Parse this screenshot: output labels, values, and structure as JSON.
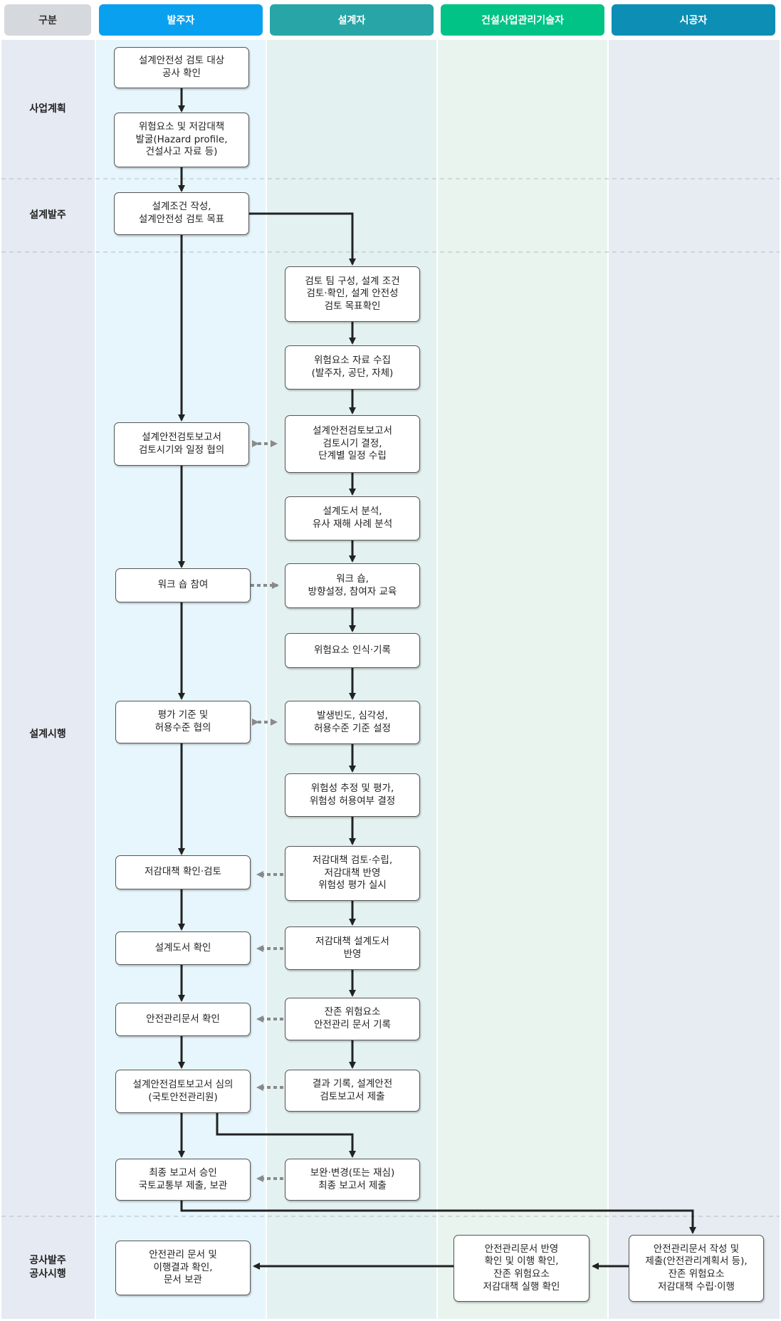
{
  "headers": {
    "gubun": "구분",
    "owner": "발주자",
    "designer": "설계자",
    "cm": "건설사업관리기술자",
    "contractor": "시공자"
  },
  "colors": {
    "gubun": "#d5d9dd",
    "owner": "#0aa0f0",
    "designer": "#28a5a7",
    "cm": "#00c385",
    "contractor": "#0d8fb5",
    "lane_gubun": "#e6eaf2",
    "lane_owner": "#e6f6fc",
    "lane_designer": "#e3f2f0",
    "lane_cm": "#e9f4ef",
    "lane_contractor": "#e6ecf2"
  },
  "phases": {
    "p1": "사업계획",
    "p2": "설계발주",
    "p3": "설계시행",
    "p4": "공사발주\n공사시행"
  },
  "boxes": {
    "o1": "설계안전성 검토 대상\n공사 확인",
    "o2": "위험요소 및 저감대책\n발굴(Hazard profile,\n건설사고 자료 등)",
    "o3": "설계조건 작성,\n설계안전성 검토 목표",
    "o4": "설계안전검토보고서\n검토시기와 일정 협의",
    "o5": "워크 숍 참여",
    "o6": "평가 기준 및\n허용수준 협의",
    "o7": "저감대책 확인·검토",
    "o8": "설계도서 확인",
    "o9": "안전관리문서 확인",
    "o10": "설계안전검토보고서 심의\n(국토안전관리원)",
    "o11": "최종 보고서 승인\n국토교통부 제출, 보관",
    "o12": "안전관리 문서 및\n이행결과 확인,\n문서 보관",
    "d1": "검토 팀 구성, 설계 조건\n검토·확인, 설계 안전성\n검토 목표확인",
    "d2": "위험요소 자료 수집\n(발주자, 공단, 자체)",
    "d3": "설계안전검토보고서\n검토시기 결정,\n단계별 일정 수립",
    "d4": "설계도서 분석,\n유사 재해 사례 분석",
    "d5": "워크 숍,\n방향설정, 참여자 교육",
    "d6": "위험요소 인식·기록",
    "d7": "발생빈도, 심각성,\n허용수준 기준 설정",
    "d8": "위험성 추정 및 평가,\n위험성 허용여부 결정",
    "d9": "저감대책 검토·수립,\n저감대책 반영\n위험성 평가 실시",
    "d10": "저감대책 설계도서\n반영",
    "d11": "잔존 위험요소\n안전관리 문서 기록",
    "d12": "결과 기록, 설계안전\n검토보고서 제출",
    "d13": "보완·변경(또는 재심)\n최종 보고서 제출",
    "c1": "안전관리문서 반영\n확인 및 이행 확인,\n잔존 위험요소\n저감대책 실행 확인",
    "s1": "안전관리문서 작성 및\n제출(안전관리계획서 등),\n잔존 위험요소\n저감대책 수립·이행"
  }
}
